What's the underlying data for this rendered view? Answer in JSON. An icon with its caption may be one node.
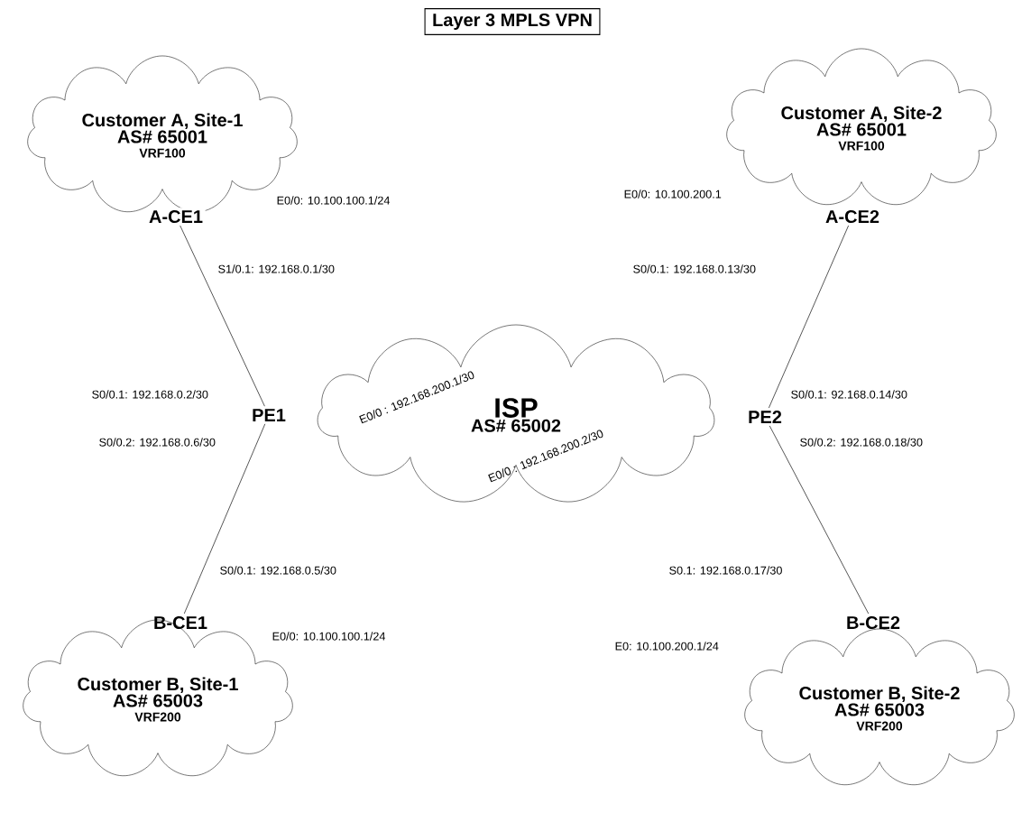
{
  "diagram": {
    "title": "Layer 3 MPLS VPN",
    "nodes": [
      {
        "text": [
          "Customer A, Site-1",
          "AS# 65001",
          "VRF100"
        ]
      },
      {
        "text": [
          "A-CE1"
        ]
      },
      {
        "text": [
          "Customer A, Site-2",
          "AS# 65001",
          "VRF100"
        ]
      },
      {
        "text": [
          "A-CE2"
        ]
      },
      {
        "text": [
          "ISP",
          "AS# 65002"
        ]
      },
      {
        "text": [
          "PE1"
        ]
      },
      {
        "text": [
          "PE2"
        ]
      },
      {
        "text": [
          "B-CE1"
        ]
      },
      {
        "text": [
          "Customer B, Site-1",
          "AS# 65003",
          "VRF200"
        ]
      },
      {
        "text": [
          "B-CE2"
        ]
      },
      {
        "text": [
          "Customer B, Site-2",
          "AS# 65003",
          "VRF200"
        ]
      }
    ],
    "edges": [
      {
        "from": 1,
        "to": 5,
        "arrow": "none"
      },
      {
        "from": 3,
        "to": 6,
        "arrow": "none"
      },
      {
        "from": 5,
        "to": 7,
        "arrow": "none"
      },
      {
        "from": 6,
        "to": 9,
        "arrow": "none"
      }
    ],
    "labels": [
      "E0/0: 10.100.100.1/24",
      "E0/0: 10.100.200.1",
      "S1/0.1: 192.168.0.1/30",
      "S0/0.1: 192.168.0.13/30",
      "S0/0.1: 192.168.0.2/30",
      "E0/0 : 192.168.200.1/30",
      "S0/0.1: 92.168.0.14/30",
      "S0/0.2: 192.168.0.6/30",
      "S0/0.2: 192.168.0.18/30",
      "E0/0 : 192.168.200.2/30",
      "S0/0.1: 192.168.0.5/30",
      "S0.1: 192.168.0.17/30",
      "E0/0: 10.100.100.1/24",
      "E0: 10.100.200.1/24"
    ]
  }
}
